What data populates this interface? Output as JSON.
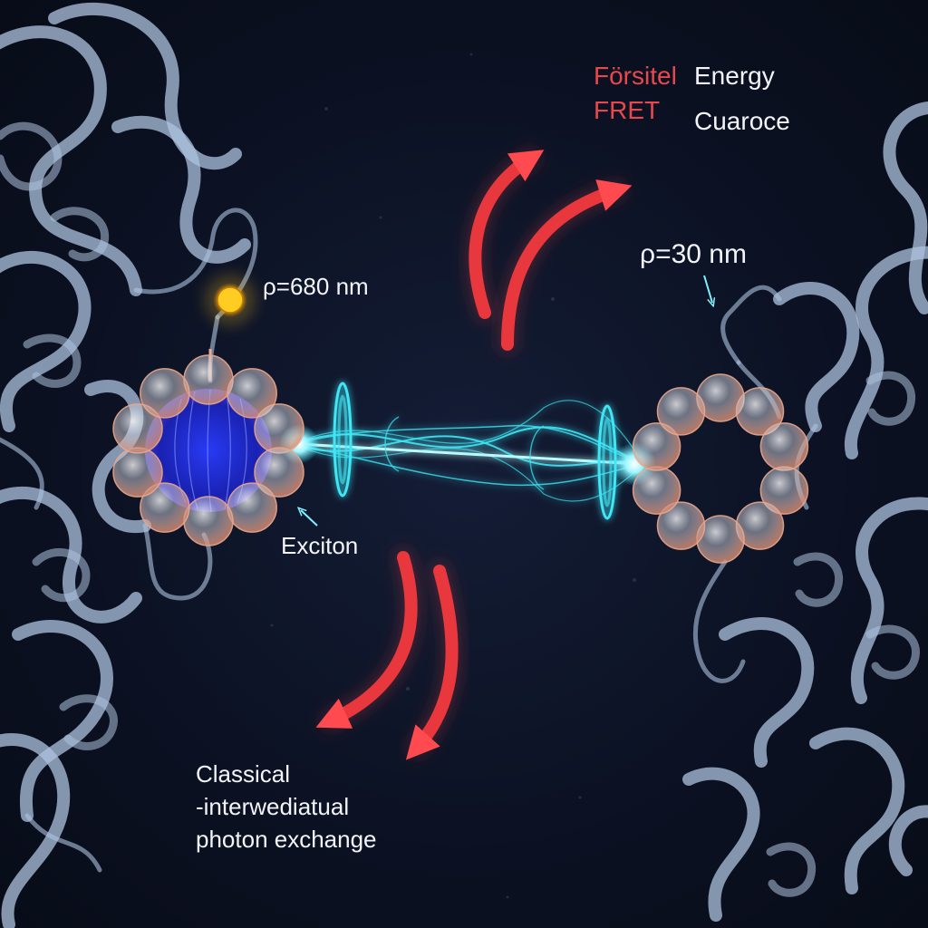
{
  "labels": {
    "forster": "Försitel",
    "energy": "Energy",
    "fret": "FRET",
    "cuaroce": "Cuaroce",
    "rho_left": "ρ=680 nm",
    "rho_right": "ρ=30 nm",
    "exciton": "Exciton",
    "classical_line1": "Classical",
    "classical_line2": "-interwediatual",
    "classical_line3": "photon exchange"
  },
  "colors": {
    "background": "#0c1224",
    "protein_ribbon": "#aec3df",
    "cyan_beam": "#3fe6f5",
    "red_arrow": "#e8383d",
    "exciton_core": "#1f2bd6",
    "bead_rim": "#e9a98f",
    "photon_dot": "#ffc21a",
    "label_red": "#e8484d",
    "label_white": "#f2f4f8"
  },
  "icons": {
    "red_arrows": "curved-arrow",
    "photon": "glowing-dot",
    "rings": "bead-ring"
  }
}
